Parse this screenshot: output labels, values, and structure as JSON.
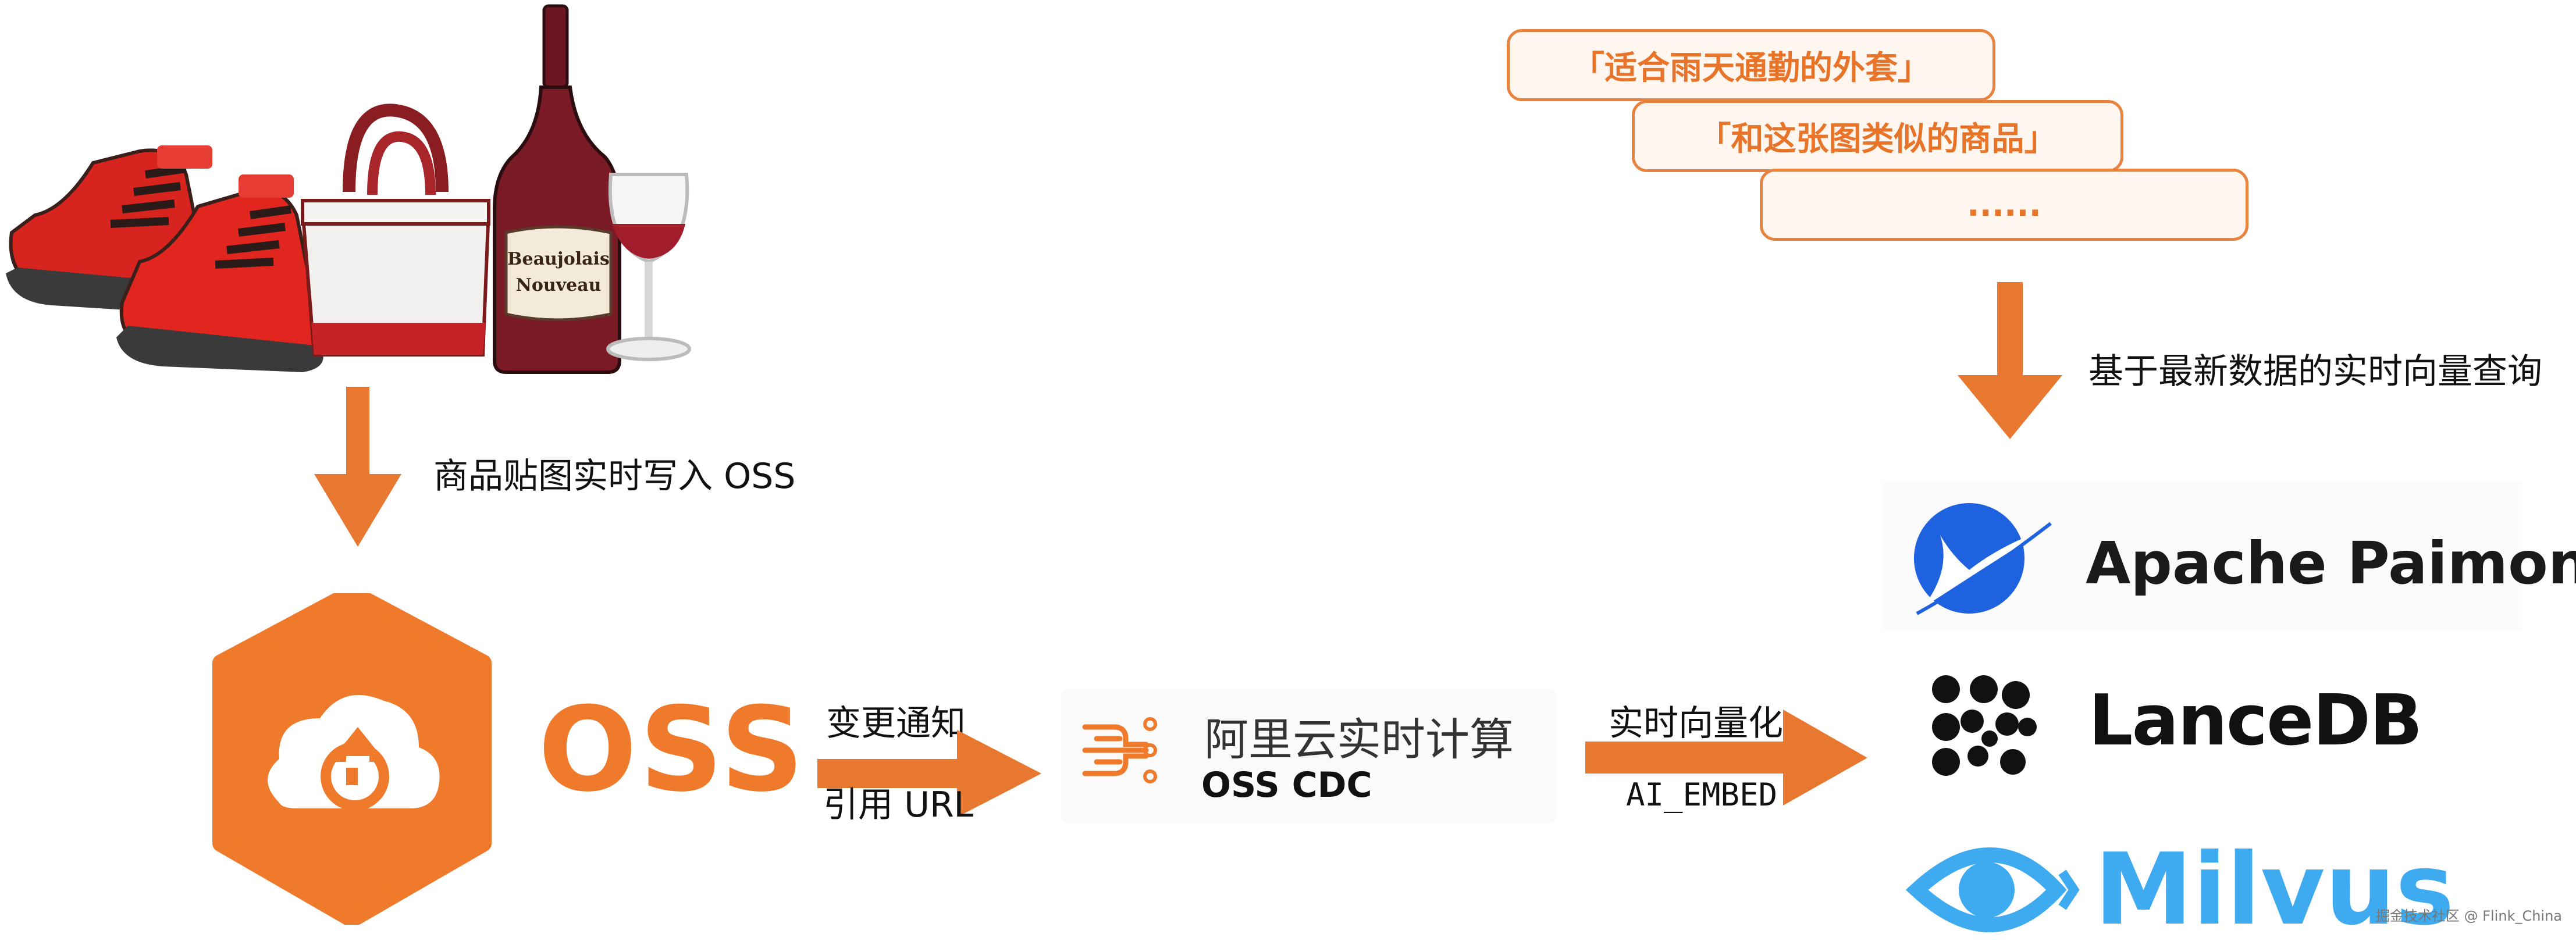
{
  "queries": [
    {
      "text": "「适合雨天通勤的外套」"
    },
    {
      "text": "「和这张图类似的商品」"
    },
    {
      "text": "......"
    }
  ],
  "labels": {
    "product_write": "商品贴图实时写入 OSS",
    "realtime_query": "基于最新数据的实时向量查询",
    "change_notify": "变更通知",
    "reference_url": "引用 URL",
    "realtime_vector": "实时向量化",
    "ai_embed": "AI_EMBED"
  },
  "product_illustration": {
    "bottle_label": "Beaujolais Nouveau"
  },
  "oss": {
    "wordmark": "OSS"
  },
  "flink": {
    "title": "阿里云实时计算",
    "subtitle": "OSS CDC"
  },
  "stores": {
    "paimon": "Apache Paimon",
    "lancedb": "LanceDB",
    "milvus": "Milvus"
  },
  "footer": "掘金技术社区 @ Flink_China",
  "colors": {
    "accent": "#e8782f",
    "paimon_blue": "#1f62e0",
    "milvus_blue": "#3eaaf0",
    "chip_bg": "#fff6ef"
  },
  "icons": [
    "sneakers-icon",
    "tote-bag-icon",
    "wine-bottle-icon",
    "wine-glass-icon",
    "oss-cloud-icon",
    "flink-flow-icon",
    "paimon-icon",
    "lancedb-icon",
    "milvus-eye-icon"
  ]
}
